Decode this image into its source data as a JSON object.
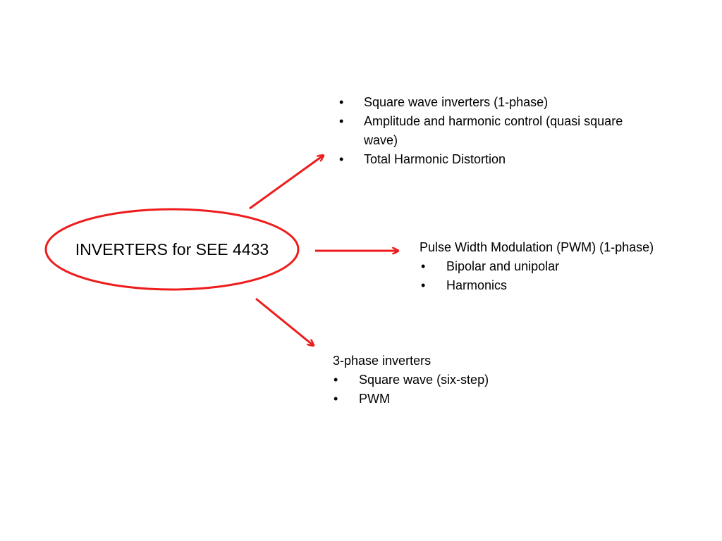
{
  "colors": {
    "accent": "#ee1c1c",
    "text": "#000000",
    "background": "#ffffff"
  },
  "center_node": {
    "label": "INVERTERS for SEE 4433"
  },
  "branches": {
    "top": {
      "items": [
        "Square wave inverters (1-phase)",
        "Amplitude and harmonic control (quasi square wave)",
        "Total Harmonic Distortion"
      ]
    },
    "middle": {
      "heading": "Pulse Width Modulation (PWM) (1-phase)",
      "items": [
        "Bipolar and unipolar",
        "Harmonics"
      ]
    },
    "bottom": {
      "heading": "3-phase inverters",
      "items": [
        "Square wave (six-step)",
        "PWM"
      ]
    }
  },
  "bullet_glyph": "•"
}
